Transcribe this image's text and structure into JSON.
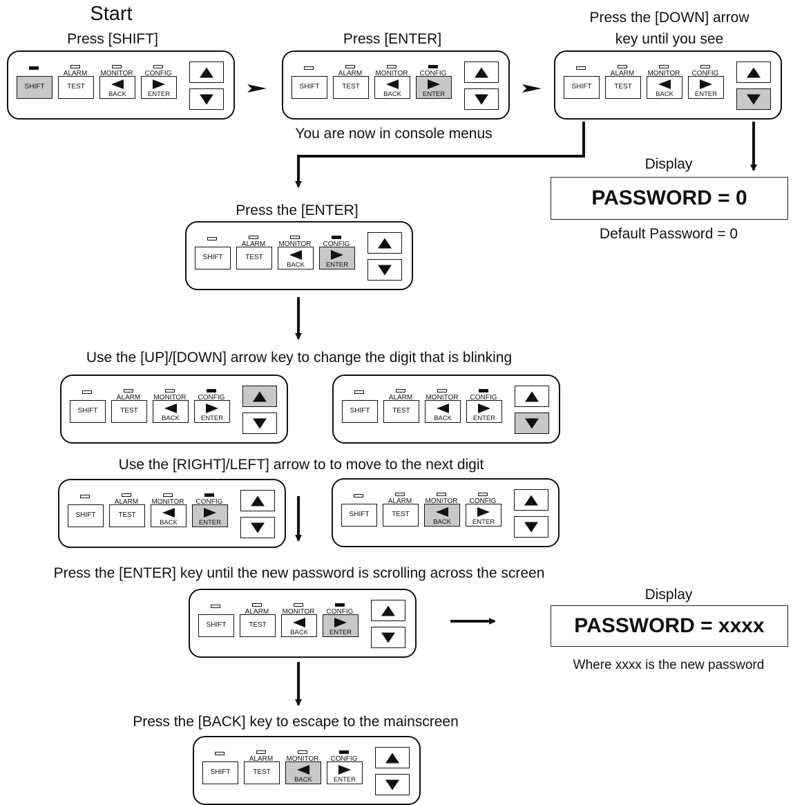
{
  "labels": {
    "start": "Start",
    "press_shift": "Press [SHIFT]",
    "press_enter": "Press [ENTER]",
    "press_down_line1": "Press the [DOWN] arrow",
    "press_down_line2": "key until you see",
    "console_menus": "You are now in console menus",
    "press_the_enter": "Press the [ENTER]",
    "up_down": "Use the [UP]/[DOWN] arrow key to change the digit that is blinking",
    "right_left": "Use the [RIGHT]/LEFT] arrow to  to move to the next digit",
    "press_enter_until": "Press the [ENTER] key until the new password is scrolling across the screen",
    "press_back": "Press the [BACK] key to escape to the mainscreen",
    "display1": "Display",
    "display2": "Display",
    "default_password": "Default Password = 0",
    "where_xxxx": "Where xxxx is the new password"
  },
  "displays": {
    "password_default": "PASSWORD = 0",
    "password_new": "PASSWORD = xxxx"
  },
  "panel_labels": {
    "shift": "SHIFT",
    "alarm": "ALARM",
    "test": "TEST",
    "monitor": "MONITOR",
    "back": "BACK",
    "config": "CONFIG",
    "enter": "ENTER"
  },
  "panels": [
    {
      "step": "shift",
      "pressed": "shift",
      "lit_led": "shift"
    },
    {
      "step": "enter",
      "pressed": "enter",
      "lit_led": "config"
    },
    {
      "step": "down",
      "pressed": "down",
      "lit_led": "none"
    },
    {
      "step": "enter-2",
      "pressed": "enter",
      "lit_led": "config"
    },
    {
      "step": "up",
      "pressed": "up",
      "lit_led": "config"
    },
    {
      "step": "down-2",
      "pressed": "down",
      "lit_led": "config"
    },
    {
      "step": "right",
      "pressed": "enter",
      "lit_led": "config"
    },
    {
      "step": "left",
      "pressed": "back",
      "lit_led": "none"
    },
    {
      "step": "enter-3",
      "pressed": "enter",
      "lit_led": "config"
    },
    {
      "step": "back",
      "pressed": "back",
      "lit_led": "config"
    }
  ],
  "colors": {
    "pressed": "#c8c8c8",
    "line": "#111111"
  }
}
